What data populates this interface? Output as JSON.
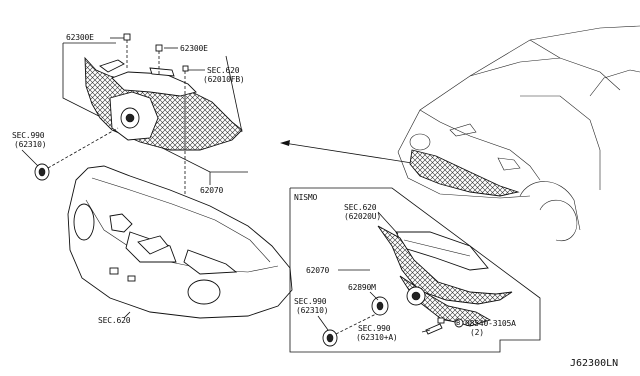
{
  "labels": {
    "p62300e_left": "62300E",
    "p62300e_right": "62300E",
    "sec620_top": "SEC.620",
    "sec620_top_sub": "(62010FB)",
    "sec990_left": "SEC.990",
    "sec990_left_sub": "(62310)",
    "p62070_main": "62070",
    "sec620_bottom": "SEC.620",
    "nismo": "NISMO",
    "sec620_nismo": "SEC.620",
    "sec620_nismo_sub": "(62020U)",
    "p62070_nismo": "62070",
    "p62890m": "62890M",
    "sec990_nismo": "SEC.990",
    "sec990_nismo_sub": "(62310)",
    "sec990_nismo_b": "SEC.990",
    "sec990_nismo_b_sub": "(62310+A)",
    "bolt_code": "08540-3105A",
    "bolt_qty": "(2)",
    "bolt_marker": "B",
    "diagram_id": "J62300LN"
  }
}
